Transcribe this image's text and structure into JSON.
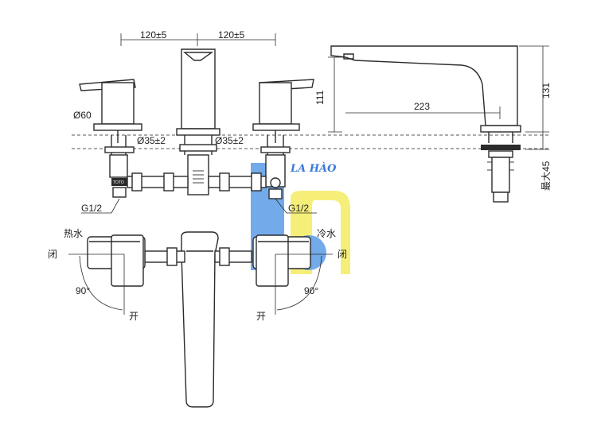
{
  "dimensions": {
    "spacing_left": "120±5",
    "spacing_right": "120±5",
    "handle_diameter": "Ø60",
    "hole_left": "Ø35±2",
    "hole_right": "Ø35±2",
    "connection_left": "G1/2",
    "connection_right": "G1/2",
    "spout_height": "111",
    "spout_reach": "223",
    "total_height": "131",
    "max_deck": "最大45"
  },
  "labels": {
    "hot_water": "热水",
    "cold_water": "冷水",
    "close_left": "闭",
    "close_right": "闭",
    "open_left": "开",
    "open_right": "开",
    "angle_left": "90°",
    "angle_right": "90°",
    "brand_mark": "TOTO"
  },
  "watermark": {
    "text": "LA HÀO",
    "text_color": "#3a78d8",
    "blue": "#5b9be6",
    "yellow": "#f4ec6a"
  }
}
